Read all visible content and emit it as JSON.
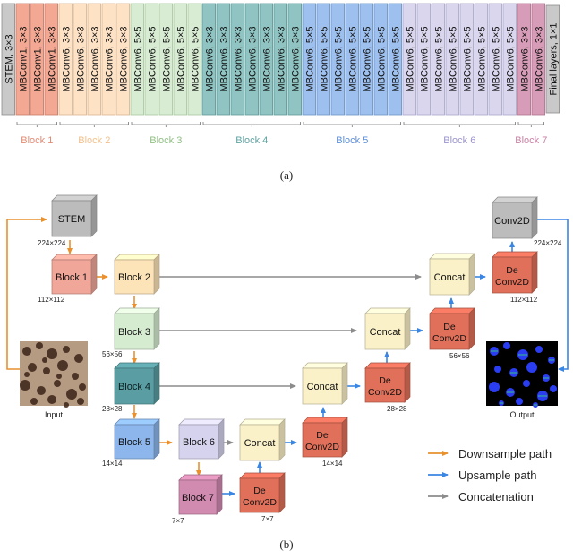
{
  "top": {
    "stem": "STEM, 3×3",
    "final": "Final layers, 1×1",
    "stages": [
      {
        "name": "Block 1",
        "label": "MBConv1, 3×3",
        "count": 3,
        "fill": "#f2a893",
        "stroke": "#c97a66",
        "text": "#e38a73"
      },
      {
        "name": "Block 2",
        "label": "MBConv6, 3×3",
        "count": 5,
        "fill": "#fde2c6",
        "stroke": "#d9b58e",
        "text": "#f2c08b"
      },
      {
        "name": "Block 3",
        "label": "MBConv6, 5×5",
        "count": 5,
        "fill": "#d7ecd2",
        "stroke": "#a9c79f",
        "text": "#8fbf82"
      },
      {
        "name": "Block 4",
        "label": "MBConv6, 3×3",
        "count": 7,
        "fill": "#8fc4c3",
        "stroke": "#5f9998",
        "text": "#5fa3a2"
      },
      {
        "name": "Block 5",
        "label": "MBConv6, 5×5",
        "count": 7,
        "fill": "#9ec0ee",
        "stroke": "#6c93c6",
        "text": "#5b8fdc"
      },
      {
        "name": "Block 6",
        "label": "MBConv6, 5×5",
        "count": 8,
        "fill": "#d9d6ee",
        "stroke": "#a9a5c9",
        "text": "#9b94cf"
      },
      {
        "name": "Block 7",
        "label": "MBConv6, 3×3",
        "count": 2,
        "fill": "#d79cb7",
        "stroke": "#b0728e",
        "text": "#c97fa3"
      }
    ]
  },
  "captions": {
    "a": "(a)",
    "b": "(b)"
  },
  "network": {
    "nodes": {
      "stem": {
        "label": "STEM",
        "size": "224×224"
      },
      "block1": {
        "label": "Block 1",
        "size": "112×112"
      },
      "block2": {
        "label": "Block 2",
        "size": ""
      },
      "block3": {
        "label": "Block 3",
        "size": "56×56"
      },
      "block4": {
        "label": "Block 4",
        "size": "28×28"
      },
      "block5": {
        "label": "Block 5",
        "size": "14×14"
      },
      "block6": {
        "label": "Block 6",
        "size": ""
      },
      "block7": {
        "label": "Block 7",
        "size": "7×7"
      },
      "concat1": {
        "label": "Concat"
      },
      "concat2": {
        "label": "Concat"
      },
      "concat3": {
        "label": "Concat"
      },
      "concat4": {
        "label": "Concat"
      },
      "deconv1": {
        "label": "De Conv2D",
        "size": "7×7"
      },
      "deconv2": {
        "label": "De Conv2D",
        "size": "14×14"
      },
      "deconv3": {
        "label": "De Conv2D",
        "size": "28×28"
      },
      "deconv4": {
        "label": "De Conv2D",
        "size": "56×56"
      },
      "deconv5": {
        "label": "De Conv2D",
        "size": "112×112"
      },
      "conv2d": {
        "label": "Conv2D",
        "size": "224×224"
      }
    },
    "input_label": "Input",
    "output_label": "Output"
  },
  "legend": [
    {
      "label": "Downsample path",
      "color": "#e8912e"
    },
    {
      "label": "Upsample path",
      "color": "#3a86e3"
    },
    {
      "label": "Concatenation",
      "color": "#8c8c8c"
    }
  ],
  "colors": {
    "stem": "#bcbcbc",
    "block1": "#f0a79a",
    "block2": "#fde3b8",
    "block3": "#d6ecd1",
    "block4": "#5a9ea3",
    "block5": "#8cb6ec",
    "block6": "#d6d3ee",
    "block7": "#d18bb0",
    "concat": "#fbf1c8",
    "deconv": "#e0705a",
    "downsample": "#e8912e",
    "upsample": "#3a86e3",
    "concatenation": "#8c8c8c"
  }
}
